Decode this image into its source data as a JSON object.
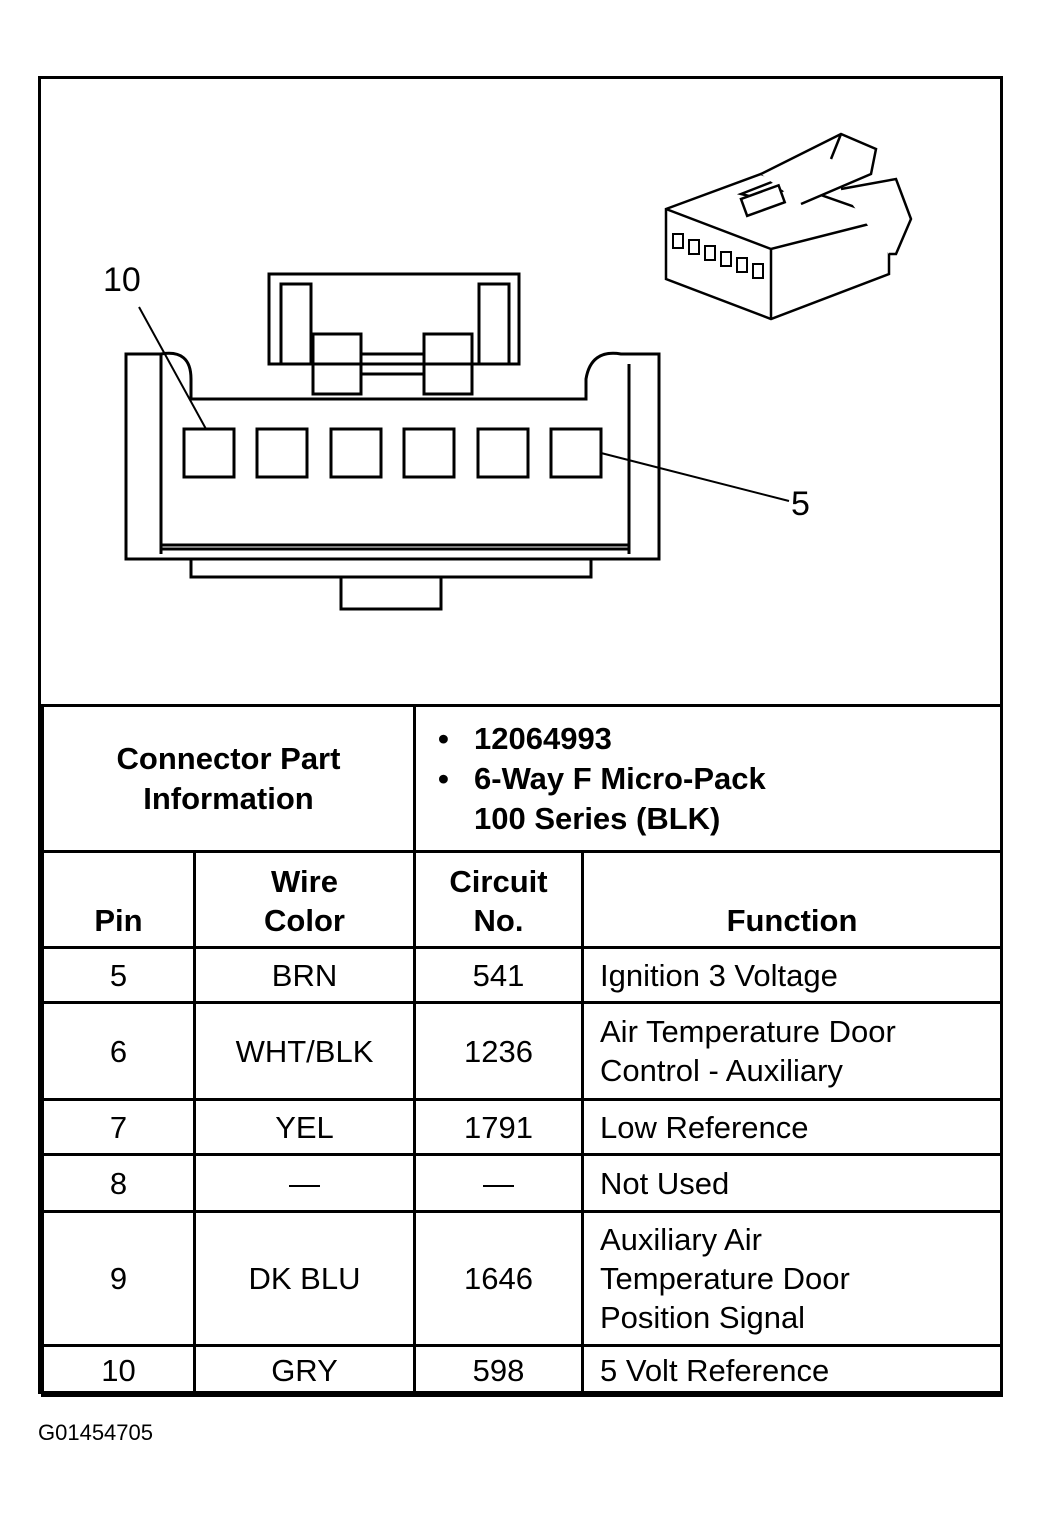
{
  "diagram": {
    "pin_label_left": "10",
    "pin_label_right": "5"
  },
  "connector_info": {
    "label": "Connector Part Information",
    "items": [
      "12064993",
      "6-Way F Micro-Pack",
      "100 Series (BLK)"
    ]
  },
  "table": {
    "headers": {
      "pin": "Pin",
      "wire_color_1": "Wire",
      "wire_color_2": "Color",
      "circuit_1": "Circuit",
      "circuit_2": "No.",
      "function": "Function"
    },
    "rows": [
      {
        "pin": "5",
        "color": "BRN",
        "circuit": "541",
        "function": "Ignition 3 Voltage"
      },
      {
        "pin": "6",
        "color": "WHT/BLK",
        "circuit": "1236",
        "function": "Air Temperature Door Control - Auxiliary"
      },
      {
        "pin": "7",
        "color": "YEL",
        "circuit": "1791",
        "function": "Low Reference"
      },
      {
        "pin": "8",
        "color": "—",
        "circuit": "—",
        "function": "Not Used"
      },
      {
        "pin": "9",
        "color": "DK BLU",
        "circuit": "1646",
        "function": "Auxiliary Air Temperature Door Position Signal"
      },
      {
        "pin": "10",
        "color": "GRY",
        "circuit": "598",
        "function": "5 Volt Reference"
      }
    ]
  },
  "footer": {
    "code": "G01454705"
  }
}
